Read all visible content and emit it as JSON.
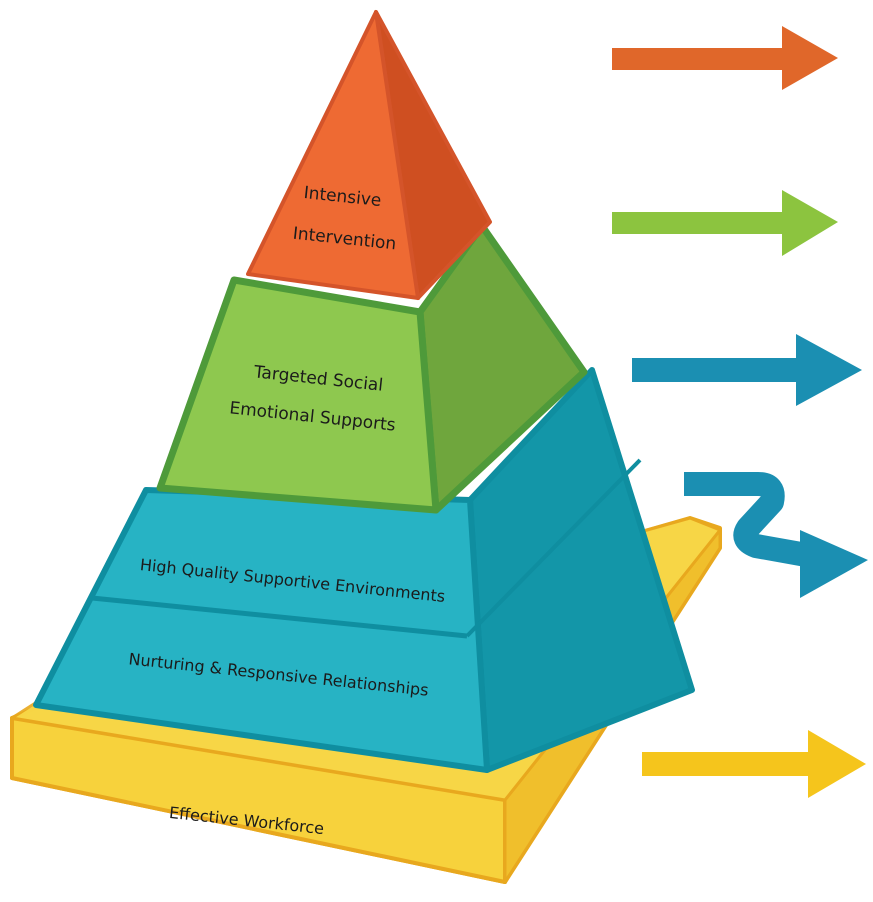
{
  "colors": {
    "orange": "#e8612c",
    "orange_dark": "#cf4f21",
    "green": "#8ec84f",
    "green_dark": "#6fa63d",
    "green_border": "#4e9a3a",
    "teal": "#27b3c4",
    "teal_dark": "#1396a8",
    "teal_border": "#0f8ea0",
    "yellow": "#f7d23c",
    "yellow_dark": "#eeb62a",
    "arrow_orange": "#e0672a",
    "arrow_green": "#8cc43f",
    "arrow_blue": "#1b8fb2",
    "arrow_yellow": "#f5c51c"
  },
  "pyramid": {
    "tier_top": {
      "line1": "Intensive",
      "line2": "Intervention"
    },
    "tier_targeted": {
      "line1": "Targeted Social",
      "line2": "Emotional Supports"
    },
    "tier_environments": "High Quality Supportive Environments",
    "tier_relationships": "Nurturing & Responsive Relationships",
    "base": "Effective Workforce"
  },
  "arrows": [
    {
      "color": "orange"
    },
    {
      "color": "green"
    },
    {
      "color": "blue"
    },
    {
      "color": "blue",
      "shape": "zigzag"
    },
    {
      "color": "yellow"
    }
  ]
}
